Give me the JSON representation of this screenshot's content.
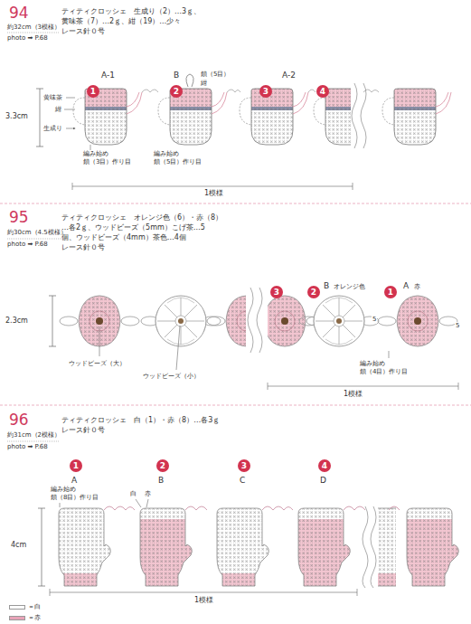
{
  "diagram": {
    "nodes": [
      {
        "text": [
          "1"
        ]
      },
      {
        "text": [
          "2"
        ]
      },
      {
        "text": [
          "3"
        ]
      },
      {
        "text": [
          "4"
        ]
      },
      {
        "text": [
          "3"
        ]
      },
      {
        "text": [
          "2"
        ]
      },
      {
        "text": [
          "1"
        ]
      },
      {
        "text": [
          "1"
        ]
      },
      {
        "text": [
          "2"
        ]
      },
      {
        "text": [
          "3"
        ]
      },
      {
        "text": [
          "4"
        ]
      }
    ],
    "labels": [
      "94",
      "約32cm（3模様）",
      "photo ➡ P.68",
      "ティティクロッシェ　生成り（2）…3ｇ、",
      "黄味茶（7）…2ｇ、紺（19）…少々",
      "レース針０号",
      "A-1",
      "B",
      "鎖（5目）",
      "紺",
      "A-2",
      "3.3cm",
      "黄味茶",
      "紺",
      "生成り",
      "編み始め 鎖（3目）作り目",
      "編み始め 鎖（5目）作り目",
      "1模様",
      "95",
      "約30cm（4.5模様）",
      "photo ➡ P.68",
      "ティティクロッシェ　オレンジ色（6）・赤（8）",
      "…各2ｇ、ウッドビーズ（5mm）こげ茶…5",
      "個、ウッドビーズ（4mm）茶色…4個",
      "レース針０号",
      "2.3cm",
      "ウッドビーズ（大）",
      "ウッドビーズ（小）",
      "B",
      "オレンジ色",
      "A",
      "赤",
      "5",
      "5",
      "編み始め 鎖（4目）作り目",
      "1模様",
      "96",
      "約31cm（2模様）",
      "photo ➡ P.68",
      "ティティクロッシェ　白（1）・赤（8）…各3ｇ",
      "レース針０号",
      "編み始め 鎖（8目）作り目",
      "白",
      "赤",
      "A",
      "B",
      "C",
      "D",
      "4cm",
      "1模様"
    ],
    "legend": [
      {
        "text": "＝白",
        "color": "#ffffff"
      },
      {
        "text": "＝赤",
        "color": "#e9a3b8"
      }
    ]
  }
}
